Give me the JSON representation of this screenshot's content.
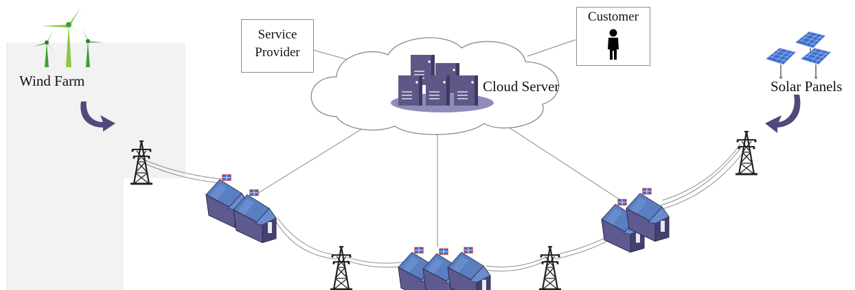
{
  "labels": {
    "wind_farm": "Wind Farm",
    "solar_panels": "Solar Panels",
    "cloud_server": "Cloud Server",
    "service_provider_line1": "Service",
    "service_provider_line2": "Provider",
    "customer": "Customer"
  },
  "icons": {
    "wind_farm": "wind-turbine-icon",
    "solar": "solar-panel-icon",
    "server": "server-rack-icon",
    "person": "person-icon",
    "tower": "transmission-tower-icon",
    "house": "house-icon",
    "arrow": "curved-arrow-icon"
  },
  "colors": {
    "turbine_green": "#3aa235",
    "turbine_light": "#8cc63f",
    "arrow_purple": "#4e4a7a",
    "server_purple": "#5d5887",
    "server_dark": "#3d3a63",
    "server_base": "#8f8cbc",
    "house_roof": "#5a7fc0",
    "house_wall": "#4d4a7c",
    "solar_blue": "#3f6fd0",
    "panel_grey": "#f1f1f1",
    "line_grey": "#9a9a9a"
  }
}
